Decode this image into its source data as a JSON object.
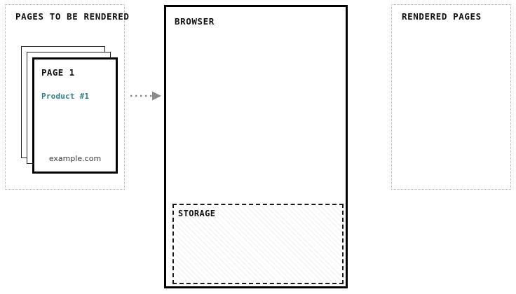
{
  "diagram": {
    "title_pending": "PAGES TO BE RENDERED",
    "title_rendered": "RENDERED PAGES",
    "browser_label": "BROWSER",
    "storage_label": "STORAGE"
  },
  "pending_zone": {
    "label": "PAGES TO BE RENDERED",
    "card_stack": {
      "count": 3,
      "front_card": {
        "title": "PAGE 1",
        "product": "Product #1",
        "domain": "example.com"
      }
    }
  },
  "rendered_zone": {
    "label": "RENDERED PAGES",
    "items": []
  },
  "browser": {
    "label": "BROWSER",
    "viewport_content": "",
    "storage": {
      "label": "STORAGE",
      "content": ""
    }
  },
  "arrow": {
    "name": "dotted-flow-arrow",
    "from": "pending_zone",
    "to": "browser",
    "style": "dotted",
    "color": "#8a8a8a"
  },
  "colors": {
    "accent_teal": "#2b7f8c",
    "border_black": "#000000",
    "zone_border": "#b4b4b4",
    "arrow_gray": "#8a8a8a",
    "hatch": "#eceff1"
  }
}
